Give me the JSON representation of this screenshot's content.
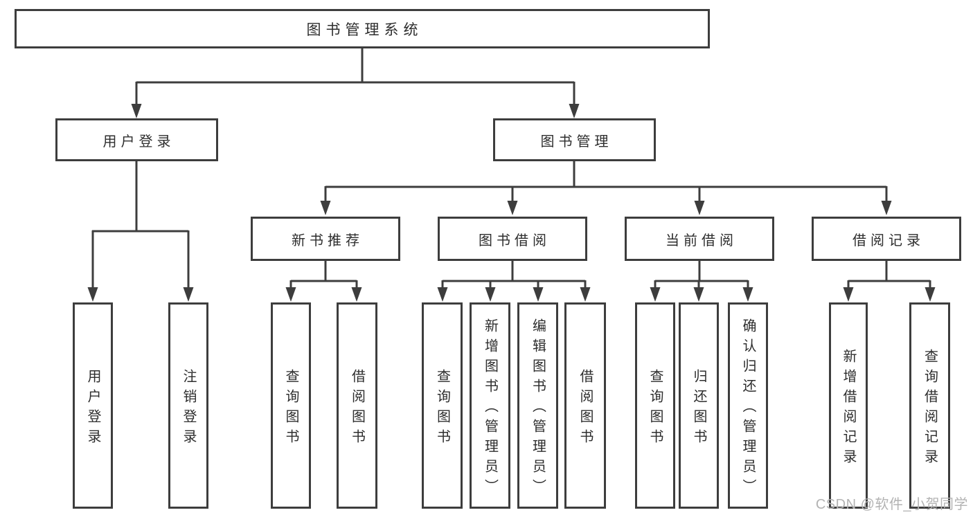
{
  "tree": {
    "label": "图书管理系统",
    "children": [
      {
        "label": "用户登录",
        "children": [
          {
            "label": "用户登录"
          },
          {
            "label": "注销登录"
          }
        ]
      },
      {
        "label": "图书管理",
        "children": [
          {
            "label": "新书推荐",
            "children": [
              {
                "label": "查询图书"
              },
              {
                "label": "借阅图书"
              }
            ]
          },
          {
            "label": "图书借阅",
            "children": [
              {
                "label": "查询图书"
              },
              {
                "label": "新增图书（管理员）"
              },
              {
                "label": "编辑图书（管理员）"
              },
              {
                "label": "借阅图书"
              }
            ]
          },
          {
            "label": "当前借阅",
            "children": [
              {
                "label": "查询图书"
              },
              {
                "label": "归还图书"
              },
              {
                "label": "确认归还（管理员）"
              }
            ]
          },
          {
            "label": "借阅记录",
            "children": [
              {
                "label": "新增借阅记录"
              },
              {
                "label": "查询借阅记录"
              }
            ]
          }
        ]
      }
    ]
  },
  "watermark": {
    "text": "CSDN @软件_小贺同学"
  },
  "colors": {
    "line": "#3d3d3d",
    "text": "#2d2d2d",
    "background": "#ffffff",
    "watermark": "#b3b3b3"
  }
}
